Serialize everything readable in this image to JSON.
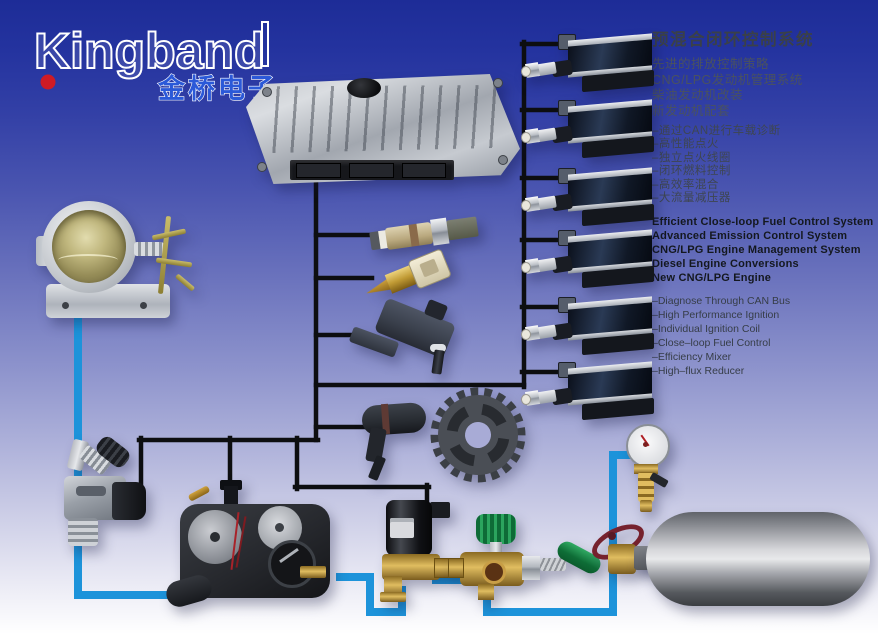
{
  "brand": {
    "logo_text": "Kingband",
    "logo_sub": "金桥电子"
  },
  "info": {
    "cn_title": "预混合闭环控制系统",
    "cn_lines": [
      "先进的排放控制策略",
      "CNG/LPG发动机管理系统",
      "柴油发动机改装",
      "新发动机配套"
    ],
    "cn_bullets": [
      "–通过CAN进行车载诊断",
      "–高性能点火",
      "–独立点火线圈",
      "–闭环燃料控制",
      "–高效率混合",
      "–大流量减压器"
    ],
    "en_lines": [
      "Efficient Close-loop Fuel Control System",
      "Advanced Emission Control System",
      "CNG/LPG Engine Management System",
      "Diesel Engine Conversions",
      "New CNG/LPG Engine"
    ],
    "en_bullets": [
      "–Diagnose Through CAN Bus",
      "–High Performance Ignition",
      "–Individual Ignition Coil",
      "–Close–loop Fuel Control",
      "–Efficiency Mixer",
      "–High–flux Reducer"
    ]
  },
  "colors": {
    "wire_black": "#0d0e10",
    "pipe_blue": "#1d93da",
    "logo_blue": "#2b59d8",
    "logo_dot_red": "#cf1b24",
    "background_top": "#1d2c97"
  }
}
